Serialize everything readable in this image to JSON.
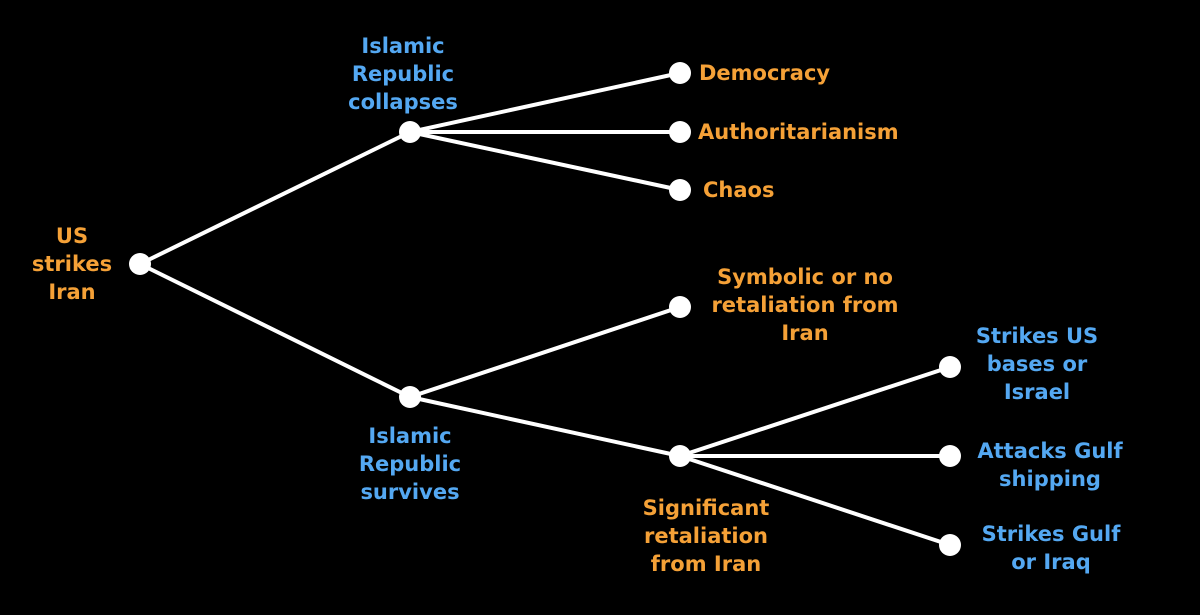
{
  "colors": {
    "background": "#000000",
    "line": "#ffffff",
    "node": "#ffffff",
    "outcome_orange": "#f5a137",
    "outcome_blue": "#54a8f2"
  },
  "root": {
    "lines": [
      "US",
      "strikes",
      "Iran"
    ]
  },
  "collapses": {
    "lines": [
      "Islamic",
      "Republic",
      "collapses"
    ],
    "children": {
      "democracy": "Democracy",
      "authoritarianism": "Authoritarianism",
      "chaos": "Chaos"
    }
  },
  "survives": {
    "lines": [
      "Islamic",
      "Republic",
      "survives"
    ]
  },
  "symbolic": {
    "lines": [
      "Symbolic or no",
      "retaliation from",
      "Iran"
    ]
  },
  "significant": {
    "lines": [
      "Significant",
      "retaliation",
      "from Iran"
    ],
    "children": {
      "strikes_us": [
        "Strikes US",
        "bases or",
        "Israel"
      ],
      "attacks_gulf": [
        "Attacks Gulf",
        "shipping"
      ],
      "strikes_gulf": [
        "Strikes Gulf",
        "or Iraq"
      ]
    }
  }
}
